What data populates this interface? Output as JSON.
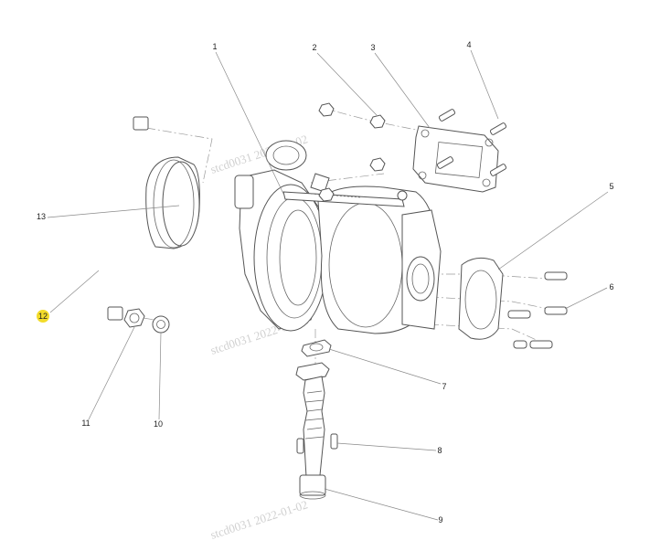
{
  "diagram": {
    "callouts": [
      {
        "id": "1",
        "label": "1",
        "highlighted": false
      },
      {
        "id": "2",
        "label": "2",
        "highlighted": false
      },
      {
        "id": "3",
        "label": "3",
        "highlighted": false
      },
      {
        "id": "4",
        "label": "4",
        "highlighted": false
      },
      {
        "id": "5",
        "label": "5",
        "highlighted": false
      },
      {
        "id": "6",
        "label": "6",
        "highlighted": false
      },
      {
        "id": "7",
        "label": "7",
        "highlighted": false
      },
      {
        "id": "8",
        "label": "8",
        "highlighted": false
      },
      {
        "id": "9",
        "label": "9",
        "highlighted": false
      },
      {
        "id": "10",
        "label": "10",
        "highlighted": false
      },
      {
        "id": "11",
        "label": "11",
        "highlighted": false
      },
      {
        "id": "12",
        "label": "12",
        "highlighted": true
      },
      {
        "id": "13",
        "label": "13",
        "highlighted": false
      }
    ],
    "highlight_color": "#f3dc2a",
    "watermark": "stcd0031   2022-01-02"
  }
}
